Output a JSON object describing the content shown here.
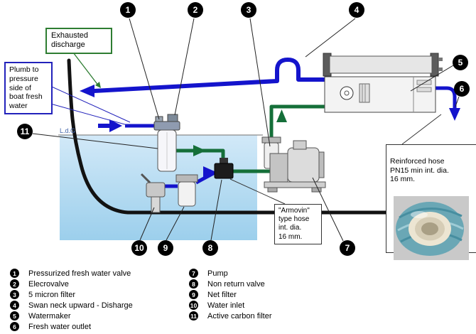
{
  "boxes": {
    "exhausted_discharge": "Exhausted\ndischarge",
    "plumb": "Plumb to\npressure\nside of\nboat fresh\nwater",
    "armovin": "\"Armovin\"\ntype hose\nint. dia.\n16 mm.",
    "reinforced": "Reinforced hose\nPN15 min  int. dia.\n16 mm."
  },
  "waterline_label": "L.d.G",
  "legend": {
    "items": [
      {
        "num": "1",
        "label": "Pressurized fresh water valve"
      },
      {
        "num": "2",
        "label": "Elecrovalve"
      },
      {
        "num": "3",
        "label": "5 micron filter"
      },
      {
        "num": "4",
        "label": "Swan neck upward - Disharge"
      },
      {
        "num": "5",
        "label": "Watermaker"
      },
      {
        "num": "6",
        "label": "Fresh water outlet"
      },
      {
        "num": "7",
        "label": "Pump"
      },
      {
        "num": "8",
        "label": "Non return valve"
      },
      {
        "num": "9",
        "label": "Net filter"
      },
      {
        "num": "10",
        "label": "Water inlet"
      },
      {
        "num": "11",
        "label": "Active carbon filter"
      }
    ]
  },
  "colors": {
    "pipe_blue": "#1414cc",
    "pipe_green": "#156f39",
    "hull": "#121212",
    "water": "#b9dcf1",
    "note_border_green": "#2e7d32",
    "note_border_blue": "#2222bb"
  }
}
